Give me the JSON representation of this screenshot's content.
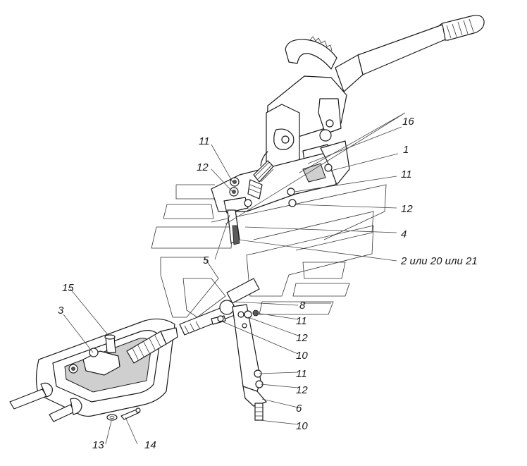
{
  "diagram": {
    "labels": {
      "l16": "16",
      "l1": "1",
      "l11a": "11",
      "l12a": "12",
      "l11b": "11",
      "l12b": "12",
      "l4": "4",
      "l5": "5",
      "l2": "2 или 20 или 21",
      "l15": "15",
      "l3": "3",
      "l8": "8",
      "l11c": "11",
      "l12c": "12",
      "l10a": "10",
      "l11d": "11",
      "l12d": "12",
      "l6": "6",
      "l10b": "10",
      "l13": "13",
      "l14": "14"
    }
  }
}
